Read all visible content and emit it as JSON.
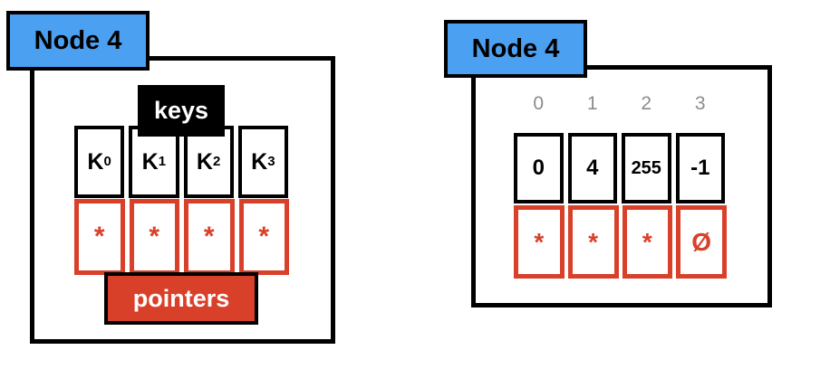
{
  "colors": {
    "node_blue": "#4BA0F2",
    "pointer_red": "#D9402A",
    "border_black": "#000000",
    "index_gray": "#8C8C8C"
  },
  "left_node": {
    "title": "Node 4",
    "keys_label": "keys",
    "pointers_label": "pointers",
    "keys": [
      {
        "base": "K",
        "sub": "0"
      },
      {
        "base": "K",
        "sub": "1"
      },
      {
        "base": "K",
        "sub": "2"
      },
      {
        "base": "K",
        "sub": "3"
      }
    ],
    "pointers": [
      "*",
      "*",
      "*",
      "*"
    ]
  },
  "right_node": {
    "title": "Node 4",
    "indices": [
      "0",
      "1",
      "2",
      "3"
    ],
    "keys": [
      "0",
      "4",
      "255",
      "-1"
    ],
    "pointers": [
      "*",
      "*",
      "*",
      "Ø"
    ]
  }
}
